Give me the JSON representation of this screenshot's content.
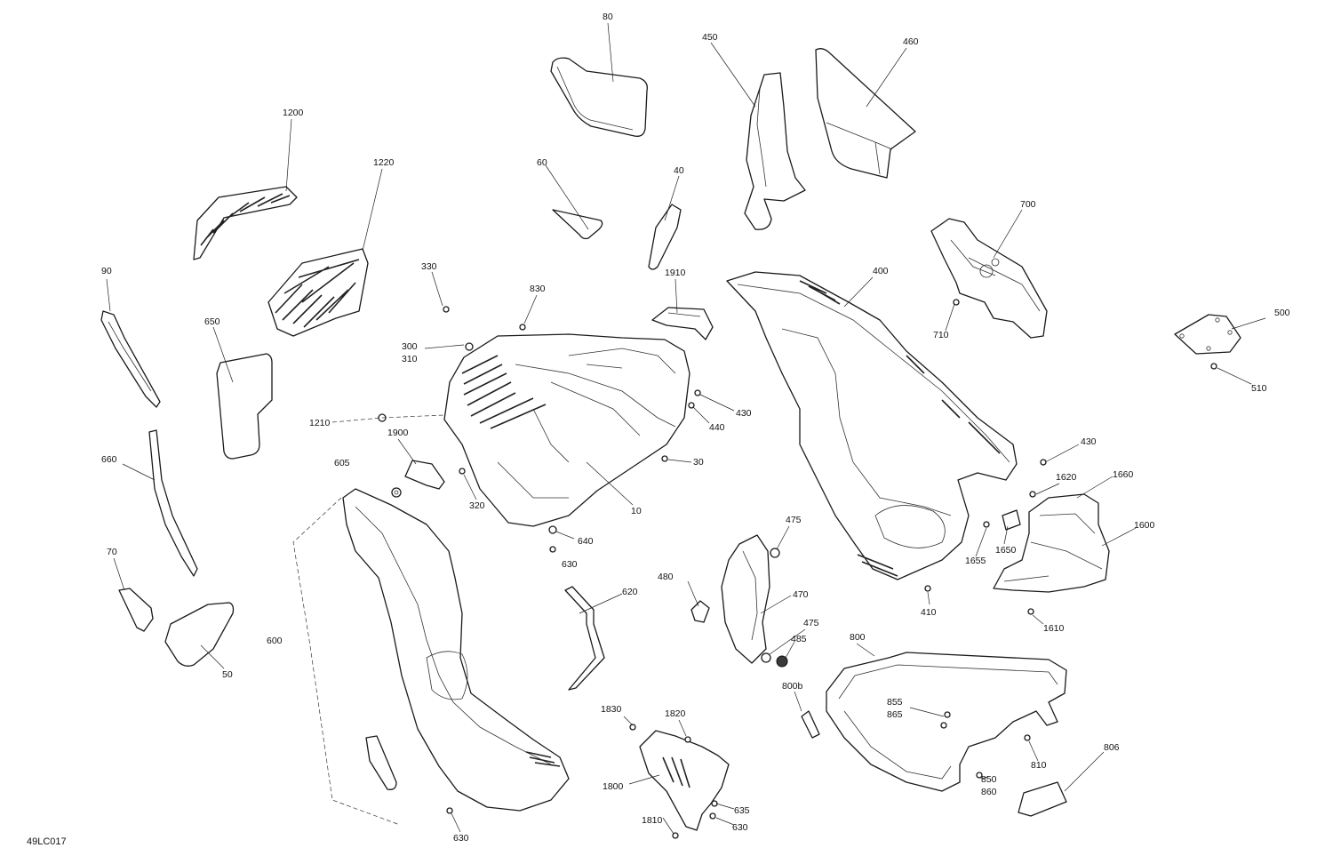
{
  "diagram": {
    "code": "49LC017",
    "callouts": {
      "c80": "80",
      "c450": "450",
      "c460": "460",
      "c1200": "1200",
      "c1220": "1220",
      "c60": "60",
      "c40": "40",
      "c700": "700",
      "c90": "90",
      "c650": "650",
      "c330": "330",
      "c830": "830",
      "c1910": "1910",
      "c400": "400",
      "c710": "710",
      "c500": "500",
      "c510": "510",
      "c300": "300",
      "c310": "310",
      "c1210": "1210",
      "c430a": "430",
      "c440": "440",
      "c30": "30",
      "c1900": "1900",
      "c605": "605",
      "c660": "660",
      "c320": "320",
      "c10": "10",
      "c430b": "430",
      "c1620": "1620",
      "c1660": "1660",
      "c1600": "1600",
      "c1655": "1655",
      "c1650": "1650",
      "c475a": "475",
      "c640": "640",
      "c630a": "630",
      "c70": "70",
      "c620": "620",
      "c480": "480",
      "c470": "470",
      "c410": "410",
      "c1610": "1610",
      "c50": "50",
      "c600": "600",
      "c475b": "475",
      "c485": "485",
      "c800": "800",
      "c800b": "800b",
      "c855": "855",
      "c865": "865",
      "c806": "806",
      "c1830": "1830",
      "c1820": "1820",
      "c810": "810",
      "c1800": "1800",
      "c850": "850",
      "c860": "860",
      "c635": "635",
      "c630b": "630",
      "c1810": "1810",
      "c630c": "630"
    }
  }
}
